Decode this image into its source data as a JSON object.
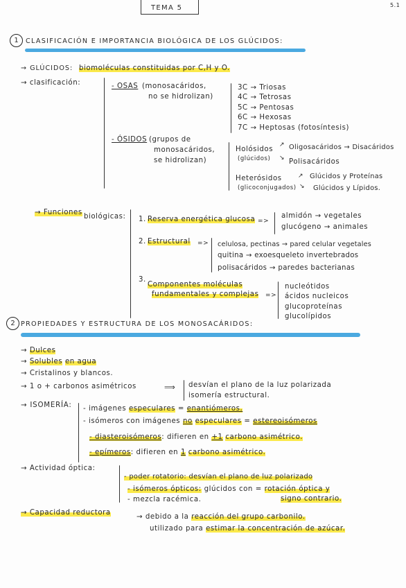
{
  "header": {
    "title": "TEMA 5",
    "page": "5.1"
  },
  "s1": {
    "num": "1",
    "title": "CLASIFICACIÓN E IMPORTANCIA BIOLÓGICA DE LOS GLÚCIDOS:",
    "glucidos_label": "→ GLÚCIDOS:",
    "glucidos_def": "biomoléculas constituidas por C,H y O.",
    "clasif_label": "→ clasificación:",
    "osas_head": "- OSAS",
    "osas_desc1": "(monosacáridos,",
    "osas_desc2": "no se hidrolizan)",
    "osas_list": [
      "3C → Triosas",
      "4C → Tetrosas",
      "5C → Pentosas",
      "6C → Hexosas",
      "7C → Heptosas (fotosíntesis)"
    ],
    "osidos_head": "- ÓSIDOS",
    "osidos_desc1": "(grupos de",
    "osidos_desc2": "monosacáridos,",
    "osidos_desc3": "se hidrolizan)",
    "holo1": "Holósidos",
    "holo2": "(glúcidos)",
    "oligo": "Oligosacáridos → Disacáridos",
    "poli": "Polisacáridos",
    "hetero1": "Heterósidos",
    "hetero2": "(glicoconjugados)",
    "hetero_a": "Glúcidos y Proteínas",
    "hetero_b": "Glúcidos y Lípidos.",
    "func_label": "→ Funciones",
    "func_label2": "biológicas:",
    "f1_num": "1.",
    "f1_txt": "Reserva energética glucosa",
    "f1_arrow": "=>",
    "f1_a": "almidón → vegetales",
    "f1_b": "glucógeno → animales",
    "f2_num": "2.",
    "f2_txt": "Estructural",
    "f2_arrow": "=>",
    "f2_a": "celulosa, pectinas → pared celular vegetales",
    "f2_b": "quitina → exoesqueleto invertebrados",
    "f2_c": "polisacáridos → paredes bacterianas",
    "f3_num": "3.",
    "f3_txt1": "Componentes moléculas",
    "f3_txt2": "fundamentales y complejas",
    "f3_arrow": "=>",
    "f3_list": [
      "nucleótidos",
      "ácidos nucleicos",
      "glucoproteínas",
      "glucolípidos"
    ]
  },
  "s2": {
    "num": "2",
    "title": "PROPIEDADES Y ESTRUCTURA DE LOS MONOSACÁRIDOS:",
    "p1": "Dulces",
    "p2a": "Solubles",
    "p2b": "en agua",
    "p3": "Cristalinos y blancos.",
    "p4": "1 o + carbonos asimétricos",
    "p4_arrow": "⟹",
    "p4a": "desvían el plano de la luz polarizada",
    "p4b": "isomería estructural.",
    "iso_label": "→ ISOMERÍA:",
    "iso1a": "- imágenes",
    "iso1b": "especulares",
    "iso1c": "=",
    "iso1d": "enantiómeros.",
    "iso2a": "- isómeros con imágenes",
    "iso2b": "no",
    "iso2c": "especulares",
    "iso2d": "=",
    "iso2e": "estereoisómeros",
    "iso3a": "- diasteroisómeros",
    "iso3b": ": difieren en",
    "iso3c": "+1",
    "iso3d": "carbono asimétrico.",
    "iso4a": "- epímeros",
    "iso4b": ": difieren en",
    "iso4c": "1",
    "iso4d": "carbono asimétrico.",
    "act_label": "→ Actividad óptica:",
    "act1": "- poder rotatorio: desvían el plano de luz polarizado",
    "act2a": "- isómeros ópticos:",
    "act2b": "glúcidos con",
    "act2c": "=",
    "act2d": "rotación óptica y",
    "act2e": "signo contrario.",
    "act3": "- mezcla racémica.",
    "cap_label": "→ Capacidad reductora",
    "cap1": "→ debido a la",
    "cap2": "reacción del grupo carbonilo.",
    "cap3": "utilizado para",
    "cap4": "estimar la concentración de azúcar."
  }
}
